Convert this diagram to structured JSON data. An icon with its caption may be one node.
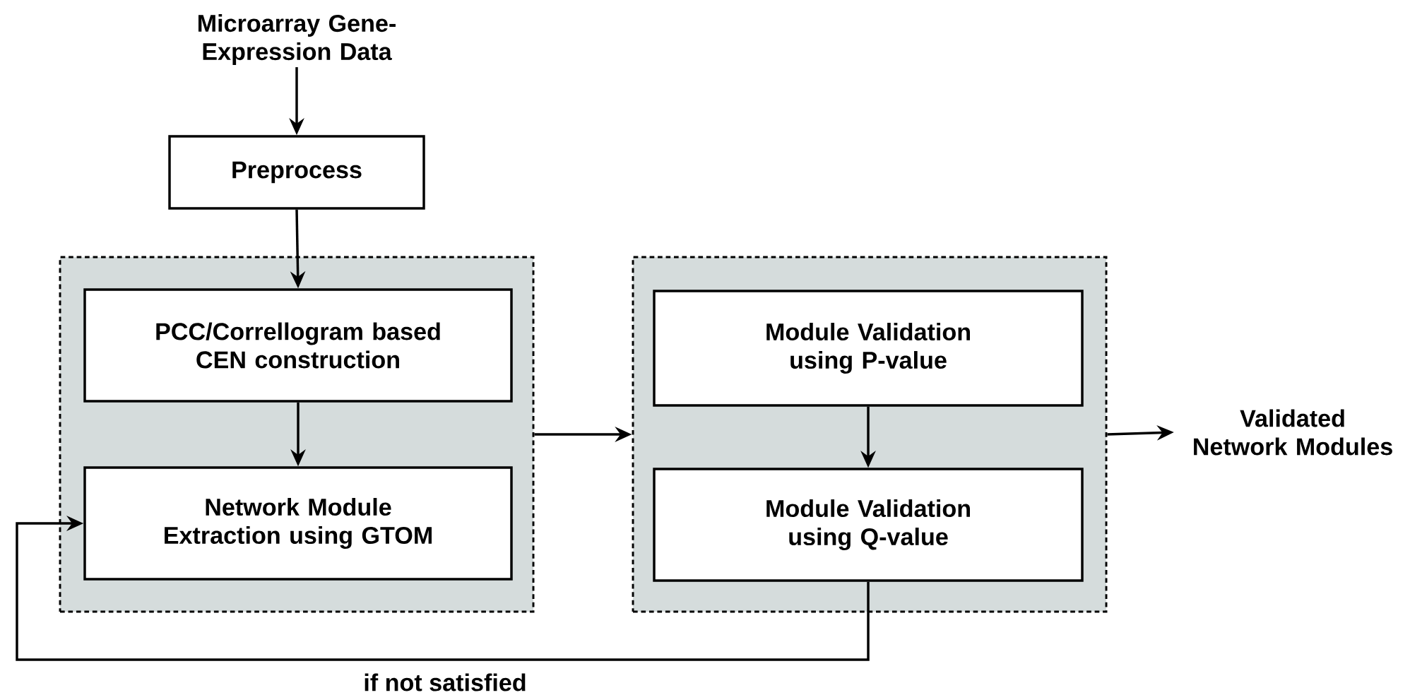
{
  "diagram": {
    "nodes": [
      {
        "text": [
          "Microarray Gene-Expression Data"
        ]
      },
      {
        "text": [
          "Preprocess"
        ]
      },
      {
        "text": [],
        "shape": "box"
      },
      {
        "text": [
          "PCC/Correllogram based CEN construction"
        ],
        "in": 2
      },
      {
        "text": [
          "Network Module Extraction using GTOM"
        ],
        "in": 2
      },
      {
        "text": [],
        "shape": "box"
      },
      {
        "text": [
          "Module Validation using P-value"
        ],
        "in": 5
      },
      {
        "text": [
          "Module Validation using Q-value"
        ],
        "in": 5
      },
      {
        "text": [
          "Validated Network Modules"
        ]
      }
    ],
    "edges": [
      {
        "from": 0,
        "to": 1,
        "arrow": "to"
      },
      {
        "from": 1,
        "to": 3,
        "arrow": "to"
      },
      {
        "from": 3,
        "to": 4,
        "arrow": "to"
      },
      {
        "from": 2,
        "to": 5,
        "arrow": "to"
      },
      {
        "from": 6,
        "to": 7,
        "arrow": "to"
      },
      {
        "from": 5,
        "to": 8,
        "arrow": "to"
      },
      {
        "from": 7,
        "to": 4,
        "arrow": "to",
        "label": "if not satisfied"
      }
    ]
  }
}
